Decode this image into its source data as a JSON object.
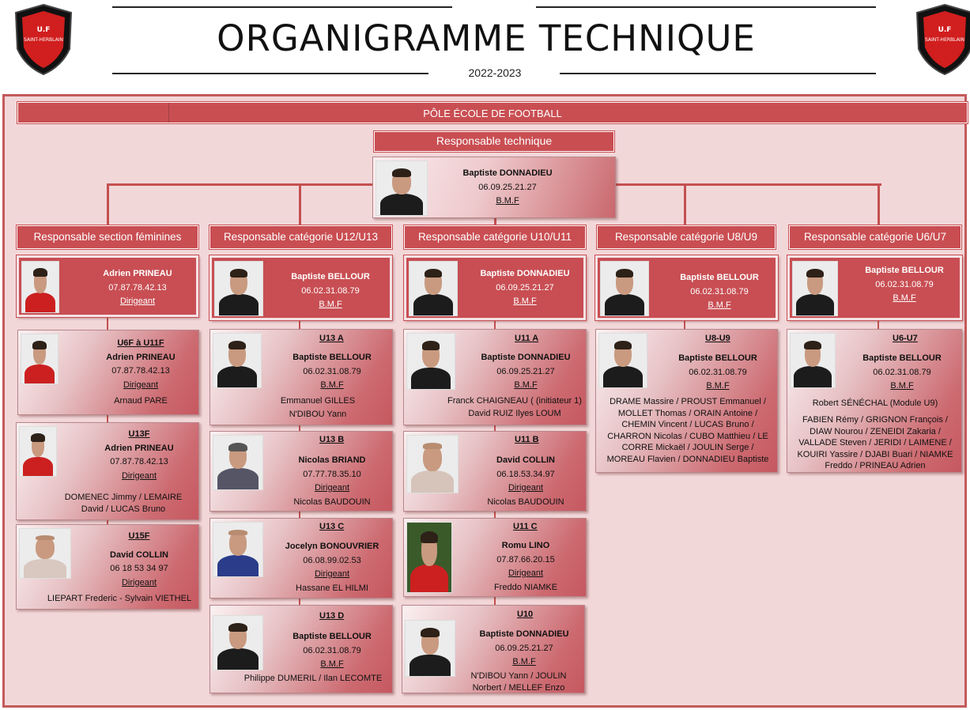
{
  "header": {
    "title": "ORGANIGRAMME TECHNIQUE",
    "season": "2022-2023",
    "logo_text": "U.F SAINT-HERBLAIN"
  },
  "pole": "PÔLE ÉCOLE DE FOOTBALL",
  "technical_lead": {
    "label": "Responsable technique",
    "name": "Baptiste DONNADIEU",
    "phone": "06.09.25.21.27",
    "role": "B.M.F"
  },
  "columns": [
    {
      "label": "Responsable section féminines",
      "head": {
        "name": "Adrien PRINEAU",
        "phone": "07.87.78.42.13",
        "role": "Dirigeant"
      },
      "teams": [
        {
          "team": "U6F à U11F",
          "name": "Adrien PRINEAU",
          "phone": "07.87.78.42.13",
          "role": "Dirigeant",
          "members": "Arnaud PARE"
        },
        {
          "team": "U13F",
          "name": "Adrien PRINEAU",
          "phone": "07.87.78.42.13",
          "role": "Dirigeant",
          "members": "DOMENEC Jimmy / LEMAIRE David / LUCAS Bruno"
        },
        {
          "team": "U15F",
          "name": "David COLLIN",
          "phone": "06 18 53 34 97",
          "role": "Dirigeant",
          "members": "LIEPART Frederic - Sylvain VIETHEL"
        }
      ]
    },
    {
      "label": "Responsable catégorie U12/U13",
      "head": {
        "name": "Baptiste BELLOUR",
        "phone": "06.02.31.08.79",
        "role": "B.M.F"
      },
      "teams": [
        {
          "team": "U13 A",
          "name": "Baptiste BELLOUR",
          "phone": "06.02.31.08.79",
          "role": "B.M.F",
          "members": "Emmanuel GILLES N'DIBOU Yann"
        },
        {
          "team": "U13 B",
          "name": "Nicolas BRIAND",
          "phone": "07.77.78.35.10",
          "role": "Dirigeant",
          "members": "Nicolas BAUDOUIN"
        },
        {
          "team": "U13 C",
          "name": "Jocelyn BONOUVRIER",
          "phone": "06.08.99.02.53",
          "role": "Dirigeant",
          "members": "Hassane EL HILMI"
        },
        {
          "team": "U13 D",
          "name": "Baptiste BELLOUR",
          "phone": "06.02.31.08.79",
          "role": "B.M.F",
          "members": "Philippe DUMERIL / Ilan LECOMTE"
        }
      ]
    },
    {
      "label": "Responsable catégorie U10/U11",
      "head": {
        "name": "Baptiste DONNADIEU",
        "phone": "06.09.25.21.27",
        "role": "B.M.F"
      },
      "teams": [
        {
          "team": "U11 A",
          "name": "Baptiste DONNADIEU",
          "phone": "06.09.25.21.27",
          "role": "B.M.F",
          "members": "Franck CHAIGNEAU ( (initiateur 1) David RUIZ Ilyes LOUM"
        },
        {
          "team": "U11 B",
          "name": "David COLLIN",
          "phone": "06.18.53.34.97",
          "role": "Dirigeant",
          "members": "Nicolas BAUDOUIN"
        },
        {
          "team": "U11 C",
          "name": "Romu LINO",
          "phone": "07.87.66.20.15",
          "role": "Dirigeant",
          "members": "Freddo NIAMKE"
        },
        {
          "team": "U10",
          "name": "Baptiste DONNADIEU",
          "phone": "06.09.25.21.27",
          "role": "B.M.F",
          "members": "N'DIBOU Yann / JOULIN Norbert / MELLEF Enzo"
        }
      ]
    },
    {
      "label": "Responsable catégorie U8/U9",
      "head": {
        "name": "Baptiste BELLOUR",
        "phone": "06.02.31.08.79",
        "role": "B.M.F"
      },
      "teams": [
        {
          "team": "U8-U9",
          "name": "Baptiste BELLOUR",
          "phone": "06.02.31.08.79",
          "role": "B.M.F",
          "members": "DRAME Massire / PROUST Emmanuel / MOLLET Thomas / ORAIN Antoine / CHEMIN Vincent / LUCAS Bruno / CHARRON Nicolas / CUBO Matthieu / LE CORRE Mickaël / JOULIN Serge / MOREAU Flavien / DONNADIEU Baptiste"
        }
      ]
    },
    {
      "label": "Responsable catégorie U6/U7",
      "head": {
        "name": "Baptiste BELLOUR",
        "phone": "06.02.31.08.79",
        "role": "B.M.F"
      },
      "teams": [
        {
          "team": "U6-U7",
          "name": "Baptiste BELLOUR",
          "phone": "06.02.31.08.79",
          "role": "B.M.F",
          "members_lead": "Robert SÉNÉCHAL (Module U9)",
          "members": "FABIEN Rémy / GRIGNON François / DIAW Nourou / ZENEIDI Zakaria / VALLADE Steven / JERIDI / LAIMENE / KOUIRI Yassire / DJABI Buari / NIAMKE Freddo / PRINEAU Adrien"
        }
      ]
    }
  ]
}
